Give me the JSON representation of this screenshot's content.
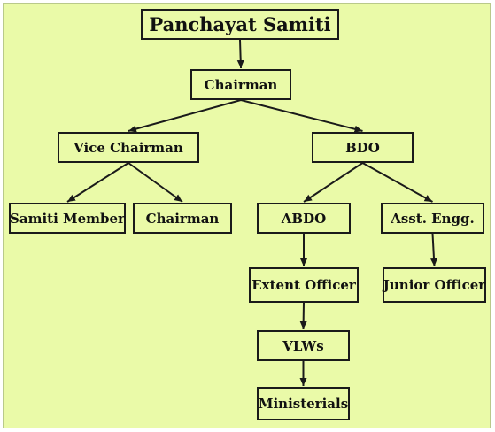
{
  "diagram": {
    "nodes": [
      {
        "id": "panchayat",
        "label": "Panchayat Samiti"
      },
      {
        "id": "chairman",
        "label": "Chairman"
      },
      {
        "id": "vice",
        "label": "Vice Chairman"
      },
      {
        "id": "bdo",
        "label": "BDO"
      },
      {
        "id": "member",
        "label": "Samiti Member"
      },
      {
        "id": "chairman2",
        "label": "Chairman"
      },
      {
        "id": "abdo",
        "label": "ABDO"
      },
      {
        "id": "engg",
        "label": "Asst. Engg."
      },
      {
        "id": "extent",
        "label": "Extent Officer"
      },
      {
        "id": "junior",
        "label": "Junior Officer"
      },
      {
        "id": "vlws",
        "label": "VLWs"
      },
      {
        "id": "ministerials",
        "label": "Ministerials"
      }
    ],
    "edges": [
      {
        "from": "panchayat",
        "to": "chairman"
      },
      {
        "from": "chairman",
        "to": "vice"
      },
      {
        "from": "chairman",
        "to": "bdo"
      },
      {
        "from": "vice",
        "to": "member"
      },
      {
        "from": "vice",
        "to": "chairman2"
      },
      {
        "from": "bdo",
        "to": "abdo"
      },
      {
        "from": "bdo",
        "to": "engg"
      },
      {
        "from": "abdo",
        "to": "extent"
      },
      {
        "from": "engg",
        "to": "junior"
      },
      {
        "from": "extent",
        "to": "vlws"
      },
      {
        "from": "vlws",
        "to": "ministerials"
      }
    ]
  },
  "colors": {
    "background": "#eafaa8",
    "border": "#1a1a1a"
  }
}
